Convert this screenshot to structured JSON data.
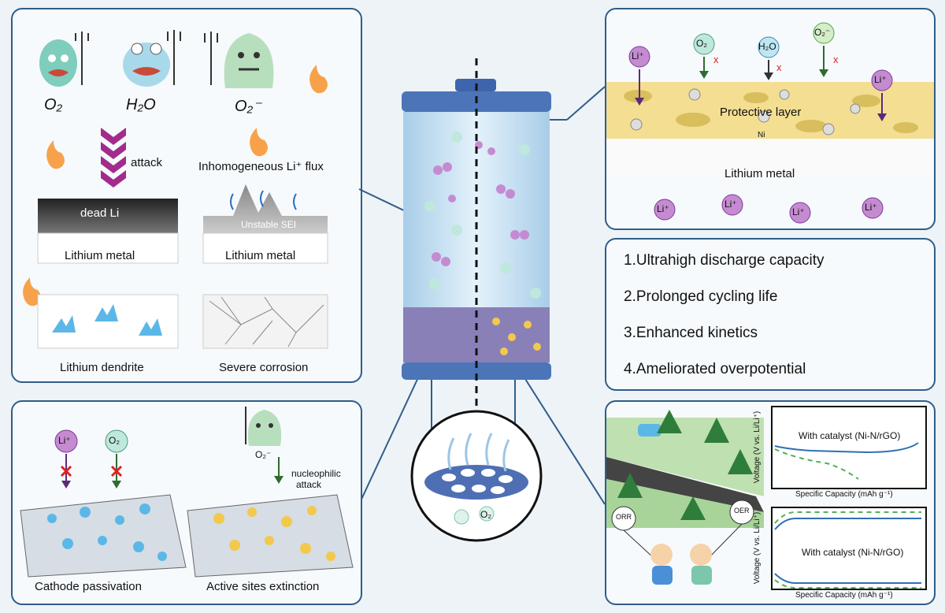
{
  "panel_tl": {
    "villains": [
      "O₂",
      "H₂O",
      "O₂⁻"
    ],
    "attack": "attack",
    "inhomogeneous": "Inhomogeneous Li⁺ flux",
    "dead_li": "dead Li",
    "unstable_sei": "Unstable SEI",
    "lithium_metal_a": "Lithium metal",
    "lithium_metal_b": "Lithium metal",
    "lithium_dendrite": "Lithium dendrite",
    "severe_corrosion": "Severe corrosion"
  },
  "panel_tr": {
    "species": [
      "Li⁺",
      "O₂",
      "H₂O",
      "O₂⁻",
      "Li⁺"
    ],
    "protective_layer": "Protective layer",
    "ni": "Ni",
    "lithium_metal": "Lithium metal",
    "li_ions": [
      "Li⁺",
      "Li⁺",
      "Li⁺",
      "Li⁺"
    ]
  },
  "features": [
    "1.Ultrahigh discharge capacity",
    "2.Prolonged cycling life",
    "3.Enhanced kinetics",
    "4.Ameliorated overpotential"
  ],
  "panel_bl": {
    "li": "Li⁺",
    "o2": "O₂",
    "o2minus": "O₂⁻",
    "nucleophilic_1": "nucleophilic",
    "nucleophilic_2": "attack",
    "cathode_passivation": "Cathode passivation",
    "active_sites": "Active sites extinction"
  },
  "zoom": {
    "o2": "O₂"
  },
  "panel_br": {
    "orr": "ORR",
    "oer": "OER",
    "chart1": {
      "ylabel": "Voltage (V vs. Li/Li⁺)",
      "xlabel": "Specific Capacity (mAh g⁻¹)",
      "annotation": "With catalyst (Ni-N/rGO)"
    },
    "chart2": {
      "ylabel": "Voltage (V vs. Li/Li⁺)",
      "xlabel": "Specific Capacity (mAh g⁻¹)",
      "annotation": "With catalyst (Ni-N/rGO)"
    }
  }
}
